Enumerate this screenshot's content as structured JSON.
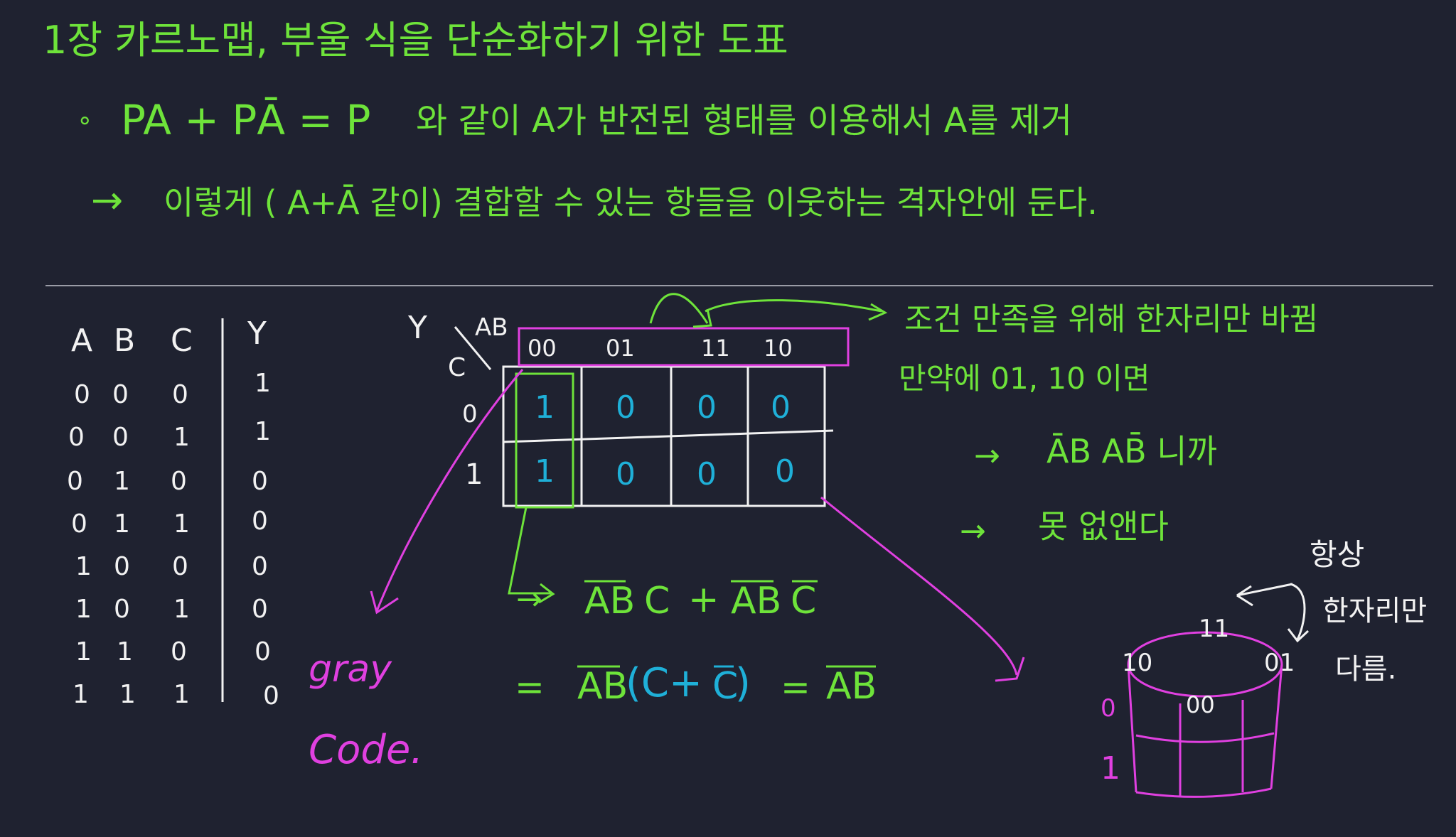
{
  "colors": {
    "background": "#1f2230",
    "green": "#6ee33a",
    "white": "#f2f2f2",
    "magenta": "#e040e0",
    "cyan": "#1fb0d8",
    "divider": "#9a9ca6"
  },
  "notes": {
    "line1": "1장   카르노맵, 부울 식을 단순화하기 위한 도표",
    "line2_bullet": "∘",
    "line2_expr": "PA + PĀ = P",
    "line2_text": "와 같이  A가 반전된 형태를 이용해서  A를 제거",
    "line3_arrow": "→",
    "line3_text": "이렇게 ( A+Ā 같이)  결합할 수 있는 항들을 이웃하는 격자안에 둔다."
  },
  "truth_table": {
    "headers": [
      "A",
      "B",
      "C",
      "Y"
    ],
    "rows": [
      [
        "0",
        "0",
        "0",
        "1"
      ],
      [
        "0",
        "0",
        "1",
        "1"
      ],
      [
        "0",
        "1",
        "0",
        "0"
      ],
      [
        "0",
        "1",
        "1",
        "0"
      ],
      [
        "1",
        "0",
        "0",
        "0"
      ],
      [
        "1",
        "0",
        "1",
        "0"
      ],
      [
        "1",
        "1",
        "0",
        "0"
      ],
      [
        "1",
        "1",
        "1",
        "0"
      ]
    ]
  },
  "kmap": {
    "y_label": "Y",
    "col_var": "AB",
    "row_var": "C",
    "col_headers": [
      "00",
      "01",
      "11",
      "10"
    ],
    "row_headers": [
      "0",
      "1"
    ],
    "cells": [
      [
        "1",
        "0",
        "0",
        "0"
      ],
      [
        "1",
        "0",
        "0",
        "0"
      ]
    ]
  },
  "side_notes": {
    "rule": "조건 만족을 위해 한자리만 바뀜",
    "if_line": "만약에   01, 10 이면",
    "arrow1": "→",
    "arrow1_text": "ĀB  AB̄  니까",
    "arrow2": "→",
    "arrow2_text": "못 없앤다"
  },
  "gray_code": {
    "line1": "gray",
    "line2": "Code."
  },
  "derivation": {
    "arrow": "→",
    "line1_terms": [
      "AB",
      "C",
      "+",
      "AB",
      "C"
    ],
    "line2": [
      "=",
      "AB",
      "(C+",
      "C",
      ")",
      "=",
      "AB"
    ]
  },
  "cylinder": {
    "labels": [
      "11",
      "10",
      "01",
      "00"
    ],
    "rows": [
      "0",
      "1"
    ],
    "note1": "항상",
    "note2": "한자리만",
    "note3": "다름."
  }
}
